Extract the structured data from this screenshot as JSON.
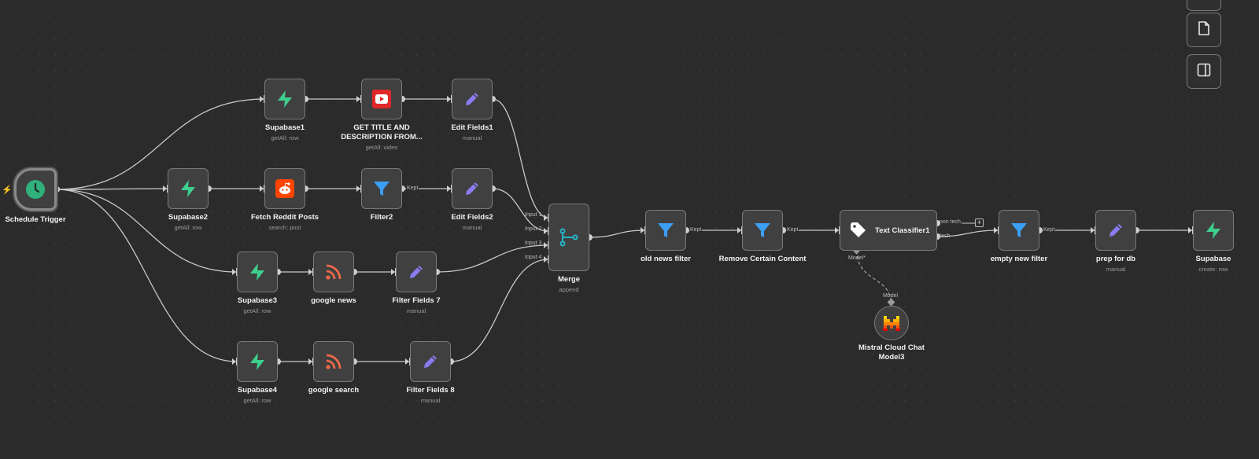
{
  "colors": {
    "background": "#2b2b2b",
    "node_bg": "#404040",
    "node_border": "#7a7a7a",
    "wire": "#c9c9c9",
    "supabase_green": "#3ecf8e",
    "filter_blue": "#3b9ff5",
    "edit_purple": "#8a7cf0",
    "rss_orange": "#ee6a4a",
    "youtube_red": "#e02828",
    "reddit_orange": "#ff4500",
    "merge_teal": "#25b5c9",
    "trigger_green": "#30b07a",
    "mistral_orange": "#ff7000"
  },
  "nodes": {
    "schedule_trigger": {
      "title": "Schedule Trigger",
      "icon": "clock-icon"
    },
    "supabase1": {
      "title": "Supabase1",
      "subtitle": "getAll: row",
      "icon": "supabase-icon"
    },
    "youtube": {
      "title_line1": "GET TITLE AND",
      "title_line2": "DESCRIPTION FROM...",
      "subtitle": "getAll: video",
      "icon": "youtube-icon"
    },
    "edit_fields1": {
      "title": "Edit Fields1",
      "subtitle": "manual",
      "icon": "pencil-icon"
    },
    "supabase2": {
      "title": "Supabase2",
      "subtitle": "getAll: row",
      "icon": "supabase-icon"
    },
    "reddit": {
      "title": "Fetch Reddit Posts",
      "subtitle": "search: post",
      "icon": "reddit-icon"
    },
    "filter2": {
      "title": "Filter2",
      "icon": "filter-icon"
    },
    "edit_fields2": {
      "title": "Edit Fields2",
      "subtitle": "manual",
      "icon": "pencil-icon"
    },
    "supabase3": {
      "title": "Supabase3",
      "subtitle": "getAll: row",
      "icon": "supabase-icon"
    },
    "google_news": {
      "title": "google news",
      "icon": "rss-icon"
    },
    "filter_fields7": {
      "title": "Filter Fields 7",
      "subtitle": "manual",
      "icon": "pencil-icon"
    },
    "supabase4": {
      "title": "Supabase4",
      "subtitle": "getAll: row",
      "icon": "supabase-icon"
    },
    "google_search": {
      "title": "google search",
      "icon": "rss-icon"
    },
    "filter_fields8": {
      "title": "Filter Fields 8",
      "subtitle": "manual",
      "icon": "pencil-icon"
    },
    "merge": {
      "title": "Merge",
      "subtitle": "append",
      "icon": "merge-icon",
      "inputs": [
        "Input 1",
        "Input 2",
        "Input 3",
        "Input 4"
      ]
    },
    "old_news_filter": {
      "title": "old news filter",
      "icon": "filter-icon"
    },
    "remove_content": {
      "title": "Remove Certain Content",
      "icon": "filter-icon"
    },
    "text_classifier": {
      "title": "Text Classifier1",
      "icon": "tag-icon",
      "out_non_tech": "non tech",
      "out_tech": "tech",
      "model_port": "Model*"
    },
    "mistral": {
      "title_line1": "Mistral Cloud Chat",
      "title_line2": "Model3",
      "port": "Model",
      "icon": "mistral-icon"
    },
    "empty_new_filter": {
      "title": "empty new filter",
      "icon": "filter-icon"
    },
    "prep_for_db": {
      "title": "prep for db",
      "subtitle": "manual",
      "icon": "pencil-icon"
    },
    "supabase_last": {
      "title": "Supabase",
      "subtitle": "create: row",
      "icon": "supabase-icon"
    }
  },
  "edge_labels": {
    "kept": "Kept"
  },
  "controls": {
    "add_icon": "plus-icon"
  }
}
